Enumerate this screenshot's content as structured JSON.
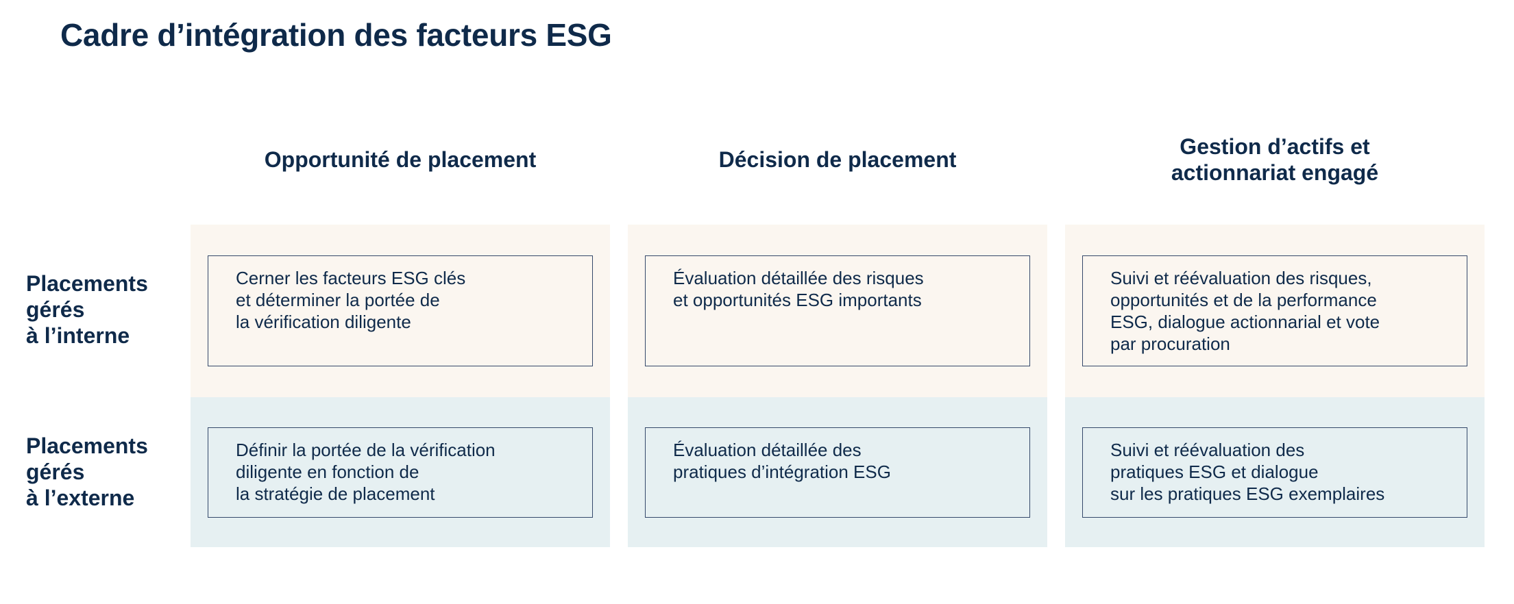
{
  "title": "Cadre d’intégration des facteurs ESG",
  "columns": [
    {
      "label": "Opportunité de placement"
    },
    {
      "label": "Décision de placement"
    },
    {
      "label": "Gestion d’actifs et\nactionnariat engagé"
    }
  ],
  "rows": [
    {
      "label": "Placements\ngérés\nà l’interne",
      "color": "#fbf6f0",
      "cells": [
        "Cerner les facteurs ESG clés\net déterminer la portée de\nla vérification diligente",
        "Évaluation détaillée des risques\net opportunités ESG importants",
        "Suivi et réévaluation des risques,\nopportunités et de la performance\nESG, dialogue actionnarial et vote\npar procuration"
      ]
    },
    {
      "label": "Placements\ngérés\nà l’externe",
      "color": "#e6f0f2",
      "cells": [
        "Définir la portée de la vérification\ndiligente en fonction de\nla stratégie de placement",
        "Évaluation détaillée des\npratiques d’intégration ESG",
        "Suivi et réévaluation des\npratiques ESG et dialogue\nsur les pratiques ESG exemplaires"
      ]
    }
  ],
  "colors": {
    "text": "#0f2a4a",
    "border": "#34486a"
  }
}
